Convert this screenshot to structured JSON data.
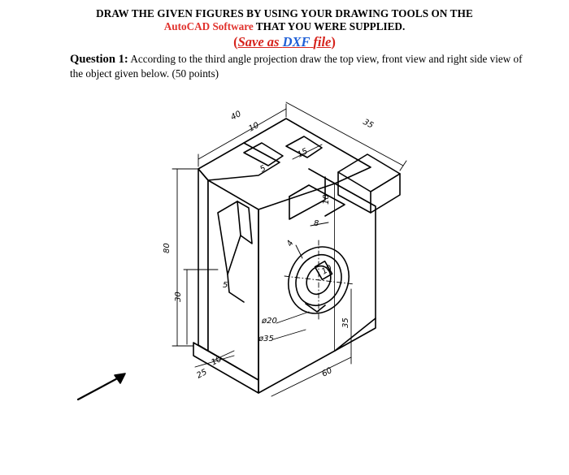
{
  "header": {
    "line1": "DRAW THE GIVEN FIGURES BY USING YOUR DRAWING TOOLS ON THE",
    "line2_red": "AutoCAD Software",
    "line2_rest": " THAT YOU WERE SUPPLIED.",
    "save_open": "(",
    "save_text": "Save as",
    "save_space": " ",
    "save_format": "DXF",
    "save_space2": " ",
    "save_file": "file",
    "save_close": ")"
  },
  "question": {
    "label": "Question 1:",
    "text": " According to the third angle projection draw the top view, front view and right side view of the object given below. (50 points)"
  },
  "dimensions": {
    "d40": "40",
    "d10_top": "10",
    "d5_top": "5",
    "d15": "15",
    "d35_top": "35",
    "d10_slot": "10",
    "d8": "8",
    "d4": "4",
    "d10_key": "10",
    "d80": "80",
    "d30": "30",
    "d5_left": "5",
    "d20": "ø20",
    "d35_hole": "ø35",
    "d35_right": "35",
    "d10_bottom": "10",
    "d25": "25",
    "d60": "60"
  }
}
